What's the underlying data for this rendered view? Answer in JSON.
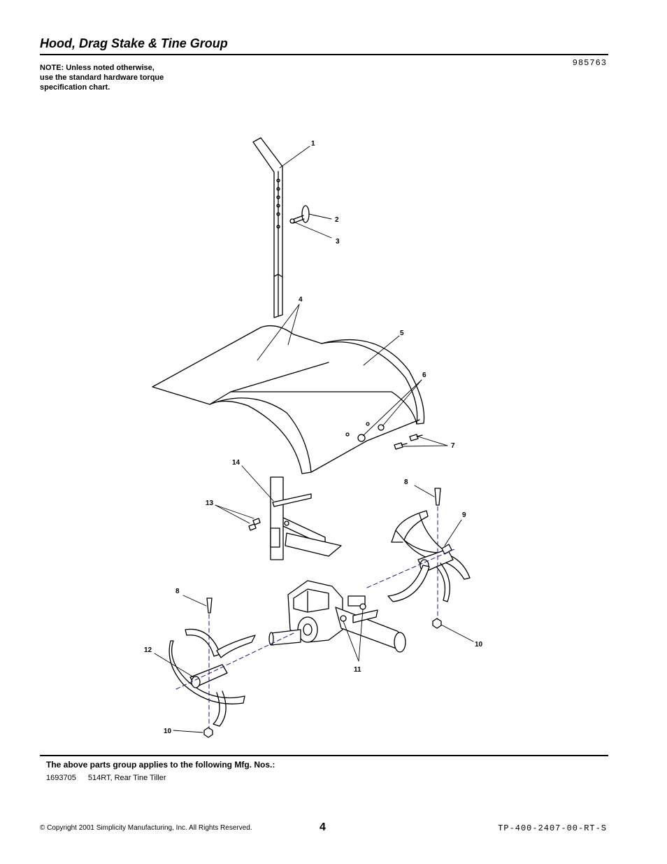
{
  "page": {
    "title": "Hood, Drag Stake & Tine Group",
    "diagram_number": "985763",
    "note_lines": [
      "NOTE: Unless noted otherwise,",
      "use the standard hardware torque",
      "specification chart."
    ]
  },
  "callouts": [
    "1",
    "2",
    "3",
    "4",
    "5",
    "6",
    "7",
    "8",
    "9",
    "10",
    "11",
    "12",
    "13",
    "14"
  ],
  "callout_duplicates": {
    "8b": "8",
    "10b": "10"
  },
  "applies": {
    "heading": "The above parts group applies to the following Mfg. Nos.:",
    "rows": [
      {
        "mfg_no": "1693705",
        "description": "514RT, Rear Tine Tiller"
      }
    ]
  },
  "footer": {
    "copyright": "© Copyright 2001 Simplicity Manufacturing, Inc. All Rights Reserved.",
    "page_number": "4",
    "doc_code": "TP-400-2407-00-RT-S"
  }
}
